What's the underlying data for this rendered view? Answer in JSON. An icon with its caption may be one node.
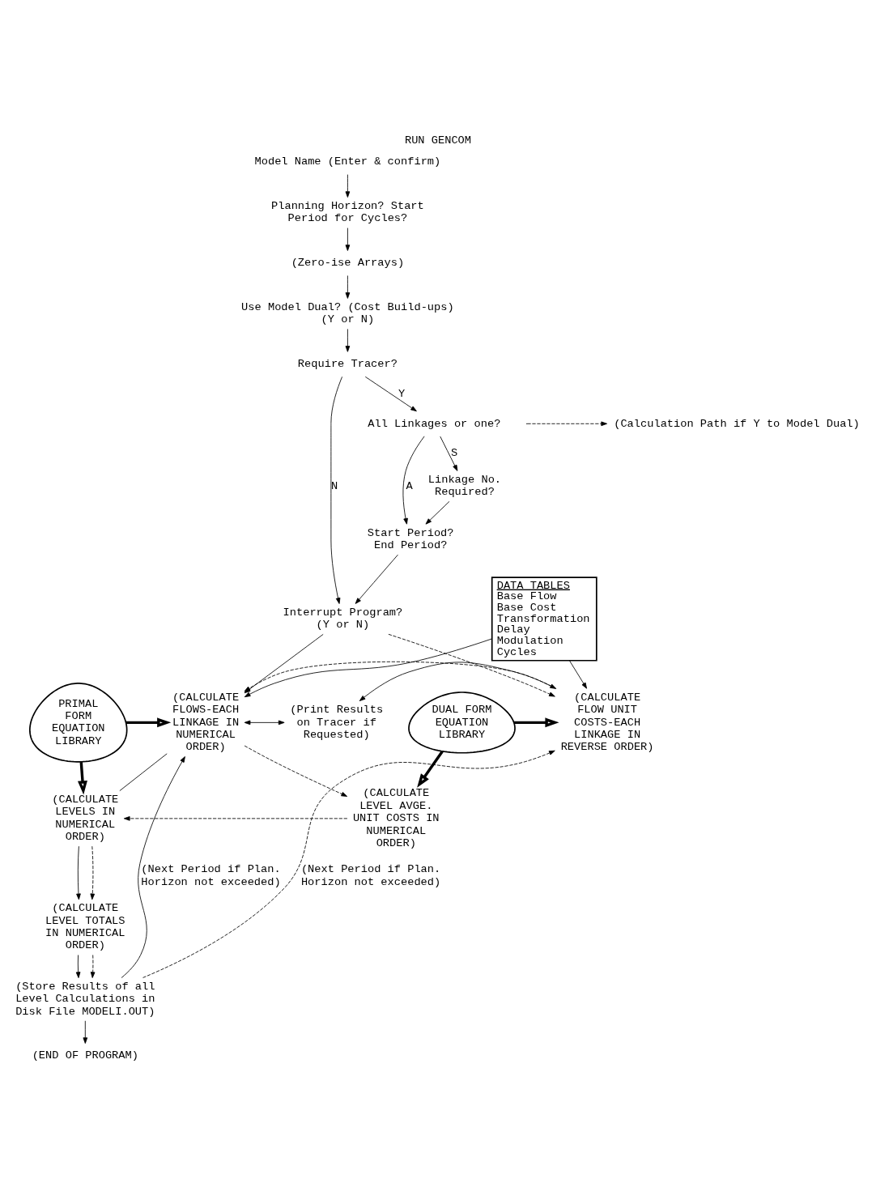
{
  "diagram": {
    "title": "RUN GENCOM",
    "nodes": [
      {
        "text": [
          "Model Name (Enter & confirm)"
        ]
      },
      {
        "text": [
          "Planning Horizon? Start Period for Cycles?"
        ]
      },
      {
        "text": [
          "(Zero-ise Arrays)"
        ]
      },
      {
        "text": [
          "Use Model Dual? (Cost Build-ups) (Y or N)"
        ]
      },
      {
        "text": [
          "Require Tracer?"
        ]
      },
      {
        "text": [
          "All Linkages or one?"
        ]
      },
      {
        "text": [
          "Linkage No. Required?"
        ]
      },
      {
        "text": [
          "Start Period? End Period?"
        ]
      },
      {
        "text": [
          "Interrupt Program? (Y or N)"
        ]
      },
      {
        "text": [
          "DATA TABLES",
          "Base Flow",
          "Base Cost",
          "Transformation",
          "Delay",
          "Modulation",
          "Cycles"
        ]
      },
      {
        "text": [
          "PRIMAL FORM EQUATION LIBRARY"
        ]
      },
      {
        "text": [
          "(CALCULATE FLOWS-EACH LINKAGE IN NUMERICAL ORDER)"
        ]
      },
      {
        "text": [
          "(Print Results on Tracer if Requested)"
        ]
      },
      {
        "text": [
          "(CALCULATE FLOW UNIT COSTS-EACH LINKAGE IN REVERSE ORDER)"
        ]
      },
      {
        "text": [
          "DUAL FORM EQUATION LIBRARY"
        ]
      },
      {
        "text": [
          "(CALCULATE LEVELS IN NUMERICAL ORDER)"
        ]
      },
      {
        "text": [
          "(CALCULATE LEVEL AVGE. UNIT COSTS IN NUMERICAL ORDER)"
        ]
      },
      {
        "text": [
          "(CALCULATE LEVEL TOTALS IN NUMERICAL ORDER)"
        ]
      },
      {
        "text": [
          "(Store Results of all Level Calculations in Disk File MODELI.OUT)"
        ]
      },
      {
        "text": [
          "(END OF PROGRAM)"
        ]
      }
    ],
    "edges": [
      {
        "from": 0,
        "to": 1,
        "arrow": "to"
      },
      {
        "from": 1,
        "to": 2,
        "arrow": "to"
      },
      {
        "from": 2,
        "to": 3,
        "arrow": "to"
      },
      {
        "from": 3,
        "to": 4,
        "arrow": "to"
      },
      {
        "from": 4,
        "to": 5,
        "arrow": "to",
        "label": "Y"
      },
      {
        "from": 4,
        "to": 8,
        "arrow": "to",
        "label": "N"
      },
      {
        "from": 5,
        "to": 6,
        "arrow": "to",
        "label": "S"
      },
      {
        "from": 5,
        "to": 7,
        "arrow": "to",
        "label": "A"
      },
      {
        "from": 6,
        "to": 7,
        "arrow": "to"
      },
      {
        "from": 7,
        "to": 8,
        "arrow": "to"
      },
      {
        "from": 8,
        "to": 11,
        "arrow": "to"
      },
      {
        "from": 8,
        "to": 13,
        "arrow": "to",
        "style": "dashed"
      },
      {
        "from": 9,
        "to": 11,
        "arrow": "to"
      },
      {
        "from": 9,
        "to": 13,
        "arrow": "to"
      },
      {
        "from": 10,
        "to": 11,
        "arrow": "to",
        "style": "thick"
      },
      {
        "from": 10,
        "to": 15,
        "arrow": "to",
        "style": "thick"
      },
      {
        "from": 14,
        "to": 13,
        "arrow": "to",
        "style": "thick"
      },
      {
        "from": 14,
        "to": 16,
        "arrow": "to",
        "style": "thick"
      },
      {
        "from": 13,
        "to": 11,
        "arrow": "to",
        "style": "dashed"
      },
      {
        "from": 11,
        "to": 12,
        "arrow": "both"
      },
      {
        "from": 12,
        "to": 13,
        "arrow": "both"
      },
      {
        "from": 11,
        "to": 16,
        "arrow": "to",
        "style": "dashed"
      },
      {
        "from": 11,
        "to": 15,
        "arrow": "none"
      },
      {
        "from": 16,
        "to": 15,
        "arrow": "to",
        "style": "dashed"
      },
      {
        "from": 15,
        "to": 17,
        "arrow": "to"
      },
      {
        "from": 15,
        "to": 17,
        "arrow": "to",
        "style": "dashed"
      },
      {
        "from": 17,
        "to": 18,
        "arrow": "to"
      },
      {
        "from": 17,
        "to": 18,
        "arrow": "to",
        "style": "dashed"
      },
      {
        "from": 18,
        "to": 19,
        "arrow": "to"
      },
      {
        "from": 18,
        "to": 11,
        "arrow": "to",
        "label": "(Next Period if Plan. Horizon not exceeded)"
      },
      {
        "from": 18,
        "to": 13,
        "arrow": "to",
        "style": "dashed",
        "label": "(Next Period if Plan. Horizon not exceeded)"
      }
    ],
    "legend": [
      {
        "text": "(Calculation Path if Y to Model Dual)"
      }
    ]
  }
}
